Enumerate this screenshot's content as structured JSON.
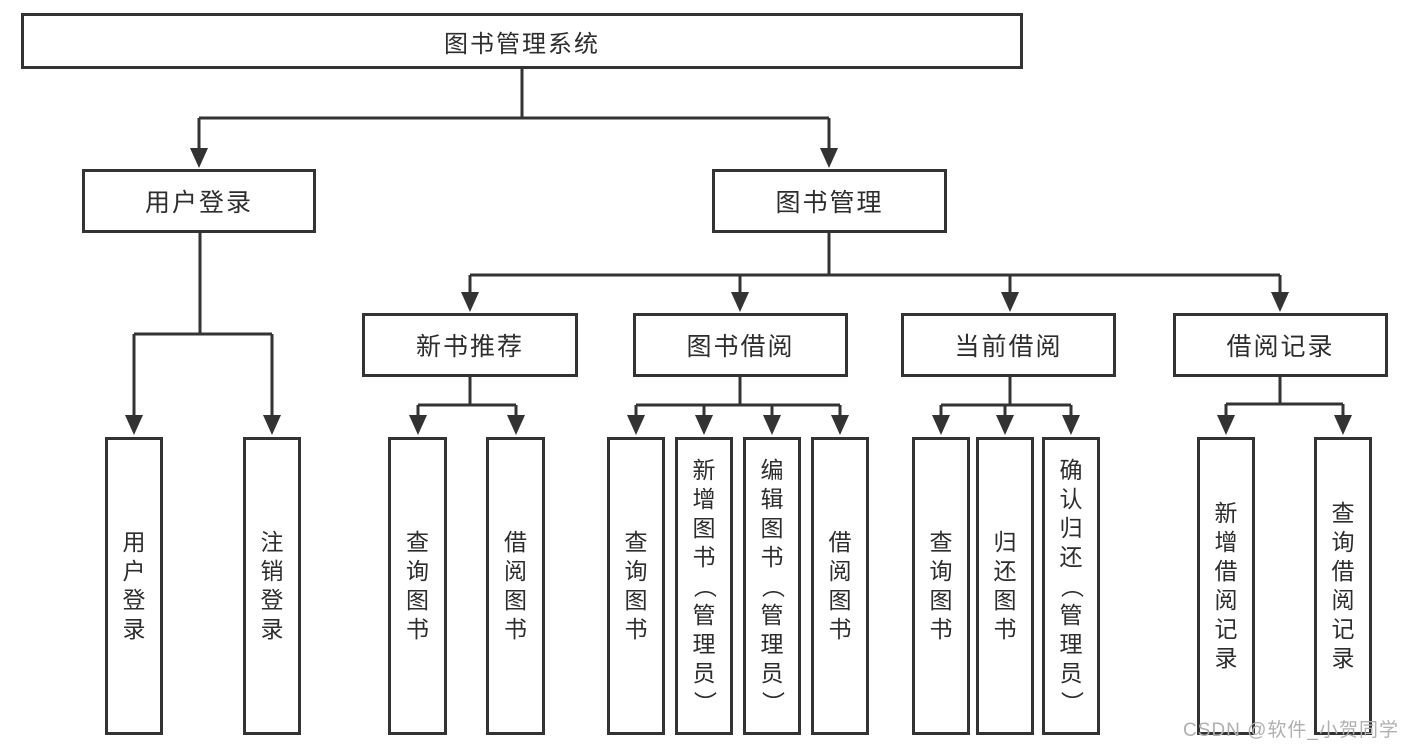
{
  "diagram": {
    "root": {
      "label": "图书管理系统"
    },
    "level2": {
      "user_login": {
        "label": "用户登录"
      },
      "book_management": {
        "label": "图书管理"
      }
    },
    "level3": {
      "new_book_recommend": {
        "label": "新书推荐"
      },
      "book_borrow": {
        "label": "图书借阅"
      },
      "current_borrow": {
        "label": "当前借阅"
      },
      "borrow_records": {
        "label": "借阅记录"
      }
    },
    "leaves": {
      "login": [
        "用户登录",
        "注销登录"
      ],
      "recommend": [
        "查询图书",
        "借阅图书"
      ],
      "borrow": [
        "查询图书",
        "新增图书（管理员）",
        "编辑图书（管理员）",
        "借阅图书"
      ],
      "current": [
        "查询图书",
        "归还图书",
        "确认归还（管理员）"
      ],
      "records": [
        "新增借阅记录",
        "查询借阅记录"
      ]
    }
  },
  "watermark": {
    "text": "CSDN @软件_小贺同学"
  },
  "colors": {
    "line": "#333333",
    "text": "#2d2d2d",
    "background": "#ffffff",
    "watermark": "#b0b0b0"
  }
}
